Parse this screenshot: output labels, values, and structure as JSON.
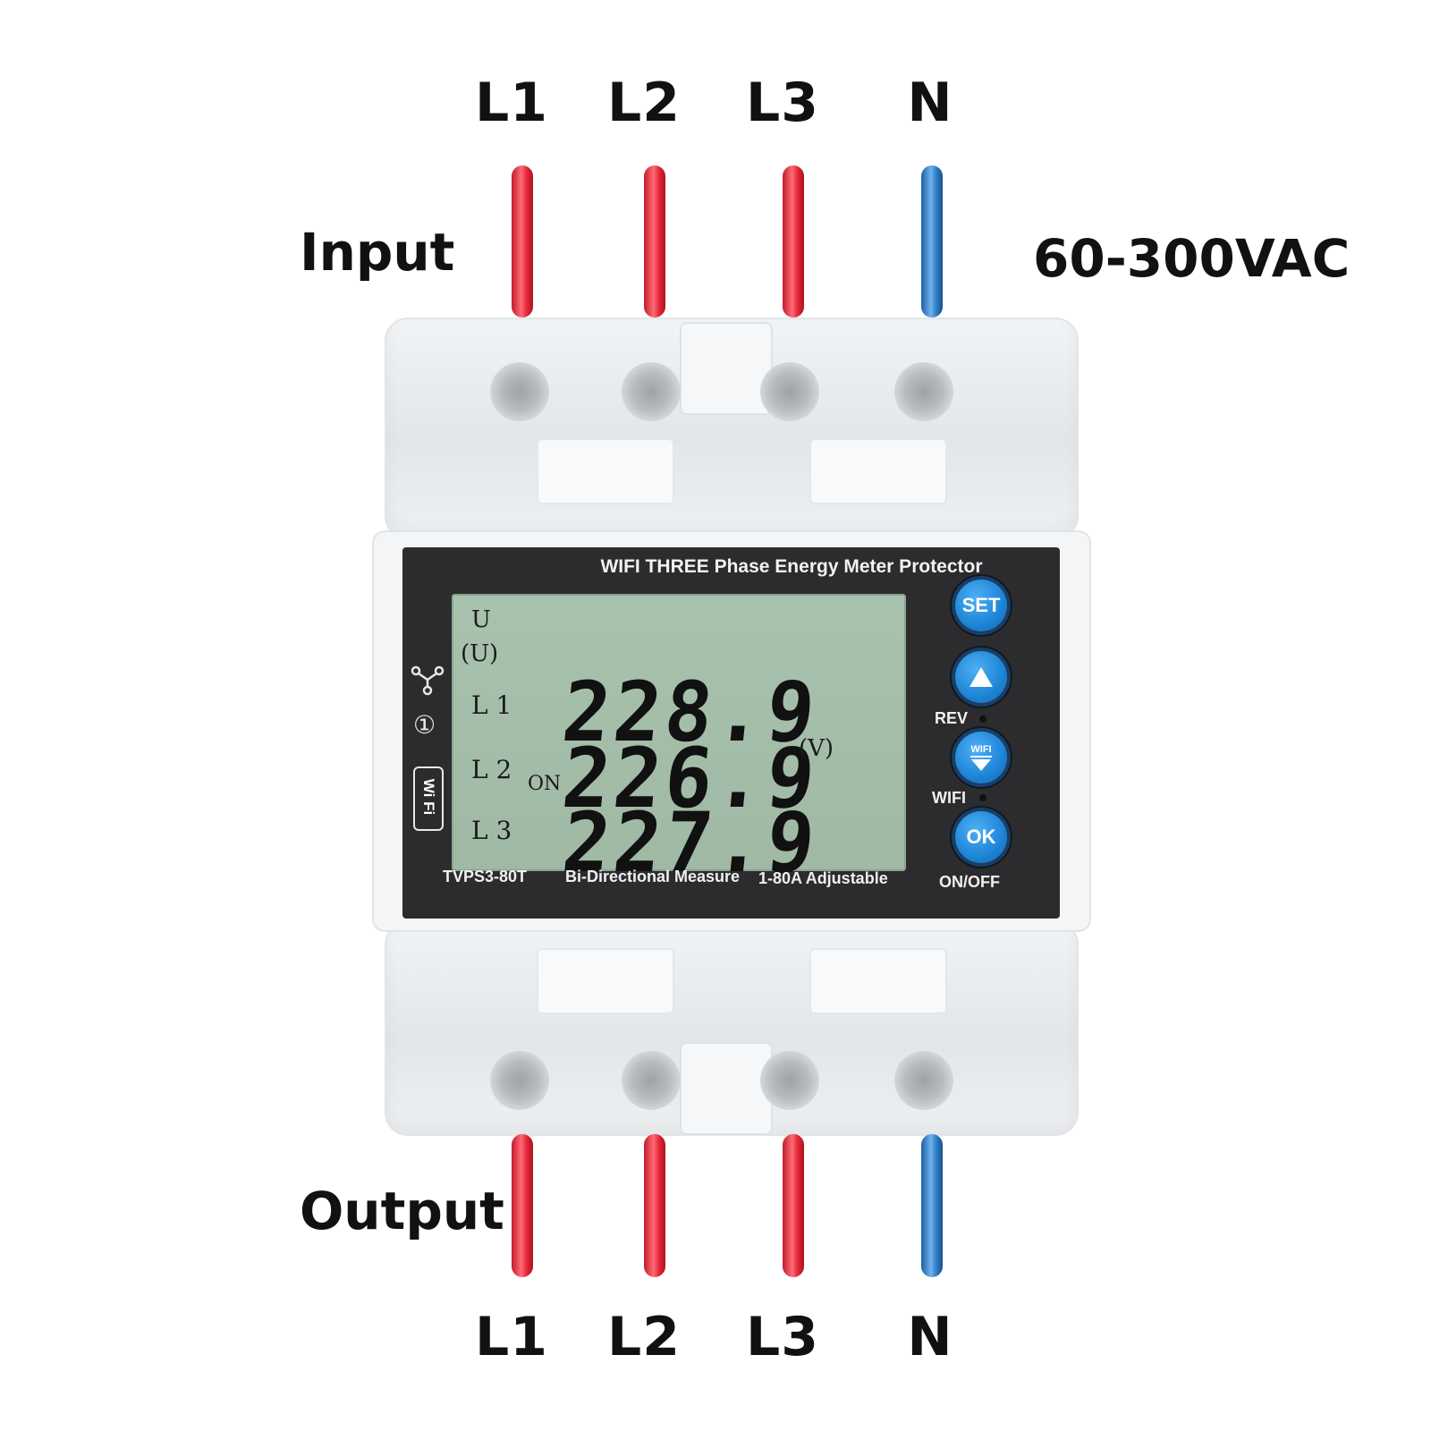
{
  "labels": {
    "input": "Input",
    "output": "Output",
    "voltage_range": "60-300VAC",
    "terminals_top": [
      "L1",
      "L2",
      "L3",
      "N"
    ],
    "terminals_bottom": [
      "L1",
      "L2",
      "L3",
      "N"
    ]
  },
  "panel": {
    "title": "WIFI THREE Phase Energy Meter Protector",
    "model": "TVPS3-80T",
    "feature_1": "Bi-Directional Measure",
    "feature_2": "1-80A Adjustable"
  },
  "lcd": {
    "mode": "U",
    "mode_sub": "(U)",
    "status": "ON",
    "unit": "(V)",
    "rows": [
      {
        "phase": "L 1",
        "value": "228.9"
      },
      {
        "phase": "L 2",
        "value": "226.9"
      },
      {
        "phase": "L 3",
        "value": "227.9"
      }
    ]
  },
  "buttons": {
    "set": "SET",
    "wifi_badge": "WIFI",
    "ok": "OK",
    "rev_label": "REV",
    "wifi_label": "WIFI",
    "onoff_label": "ON/OFF"
  },
  "side_icons": {
    "wifi_badge": "Wi Fi",
    "power_symbol": "①"
  },
  "colors": {
    "live_wire": "#e3283a",
    "neutral_wire": "#2f7fc9",
    "panel": "#2c2c2e",
    "lcd": "#a9c2ae",
    "button": "#1e84d6"
  }
}
